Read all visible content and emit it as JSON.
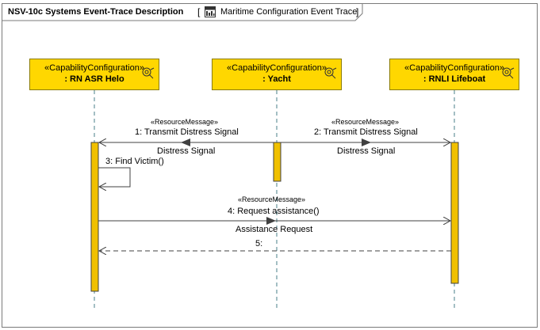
{
  "frame": {
    "kind": "NSV-10c Systems Event-Trace Description",
    "open_bracket": "[",
    "close_bracket": "]",
    "diagram_name": "Maritime Configuration Event Trace"
  },
  "lifelines": [
    {
      "stereotype": "«CapabilityConfiguration»",
      "name": ": RN ASR Helo"
    },
    {
      "stereotype": "«CapabilityConfiguration»",
      "name": ": Yacht"
    },
    {
      "stereotype": "«CapabilityConfiguration»",
      "name": ": RNLI Lifeboat"
    }
  ],
  "messages": [
    {
      "stereotype": "«ResourceMessage»",
      "label": "1: Transmit Distress Signal",
      "conveyed": "Distress Signal"
    },
    {
      "stereotype": "«ResourceMessage»",
      "label": "2: Transmit Distress Signal",
      "conveyed": "Distress Signal"
    },
    {
      "label": "3: Find Victim()"
    },
    {
      "stereotype": "«ResourceMessage»",
      "label": "4: Request assistance()",
      "conveyed": "Assistance Request"
    },
    {
      "label": "5:"
    }
  ],
  "colors": {
    "lifeline_fill": "#ffd700",
    "activation_fill": "#f0c000",
    "line": "#404040"
  }
}
